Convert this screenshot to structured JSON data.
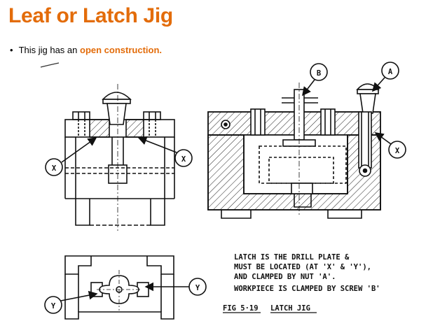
{
  "slide": {
    "title": "Leaf or Latch Jig",
    "bullet": {
      "prefix": "This jig has an",
      "highlight": "open construction."
    }
  },
  "figure": {
    "labels": {
      "a": "A",
      "b": "B",
      "x": "X",
      "y": "Y"
    },
    "notes": [
      "LATCH  IS  THE  DRILL  PLATE  &",
      "MUST  BE  LOCATED  (AT  'X' & 'Y'),",
      "AND  CLAMPED  BY  NUT  'A'.",
      "WORKPIECE  IS  CLAMPED  BY  SCREW 'B'"
    ],
    "caption": {
      "fig": "FIG 5·19",
      "name": "LATCH  JIG"
    }
  },
  "colors": {
    "accent": "#e36c0a",
    "ink": "#111111"
  }
}
